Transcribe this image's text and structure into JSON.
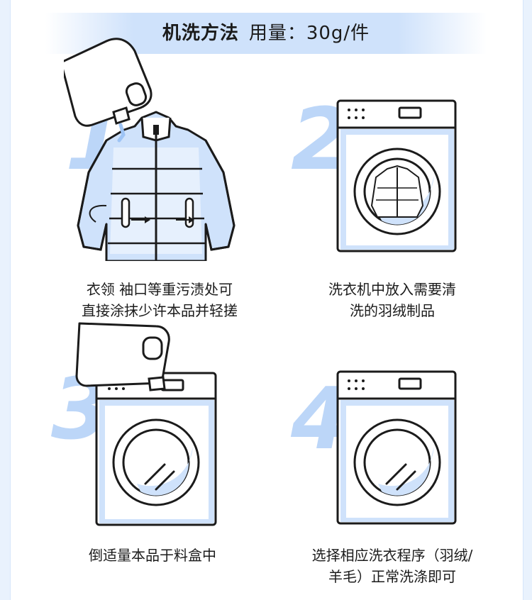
{
  "header": {
    "title_bold": "机洗方法",
    "title_rest": "用量：30g/件"
  },
  "steps": [
    {
      "number": "1",
      "caption_line1": "衣领  袖口等重污渍处可",
      "caption_line2": "直接涂抹少许本品并轻搓"
    },
    {
      "number": "2",
      "caption_line1": "洗衣机中放入需要清",
      "caption_line2": "洗的羽绒制品"
    },
    {
      "number": "3",
      "caption_line1": "倒适量本品于料盒中",
      "caption_line2": ""
    },
    {
      "number": "4",
      "caption_line1": "选择相应洗衣程序（羽绒/",
      "caption_line2": "羊毛）正常洗涤即可"
    }
  ],
  "colors": {
    "accent": "#9ec4f5",
    "accent_light": "#cfe2fb",
    "outline": "#1b1b1b"
  }
}
